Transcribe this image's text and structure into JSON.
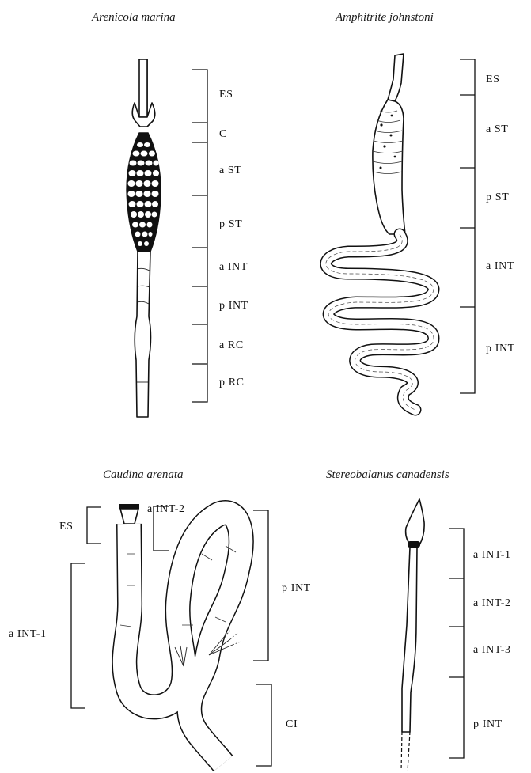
{
  "panels": {
    "arenicola": {
      "title": "Arenicola marina",
      "labels": [
        "ES",
        "C",
        "a ST",
        "p ST",
        "a INT",
        "p INT",
        "a RC",
        "p RC"
      ]
    },
    "amphitrite": {
      "title": "Amphitrite johnstoni",
      "labels": [
        "ES",
        "a ST",
        "p ST",
        "a INT",
        "p INT"
      ]
    },
    "caudina": {
      "title": "Caudina arenata",
      "labels": [
        "a INT-2",
        "ES",
        "p INT",
        "a INT-1",
        "CI"
      ]
    },
    "stereobalanus": {
      "title": "Stereobalanus canadensis",
      "labels": [
        "a INT-1",
        "a INT-2",
        "a INT-3",
        "p INT"
      ]
    }
  }
}
